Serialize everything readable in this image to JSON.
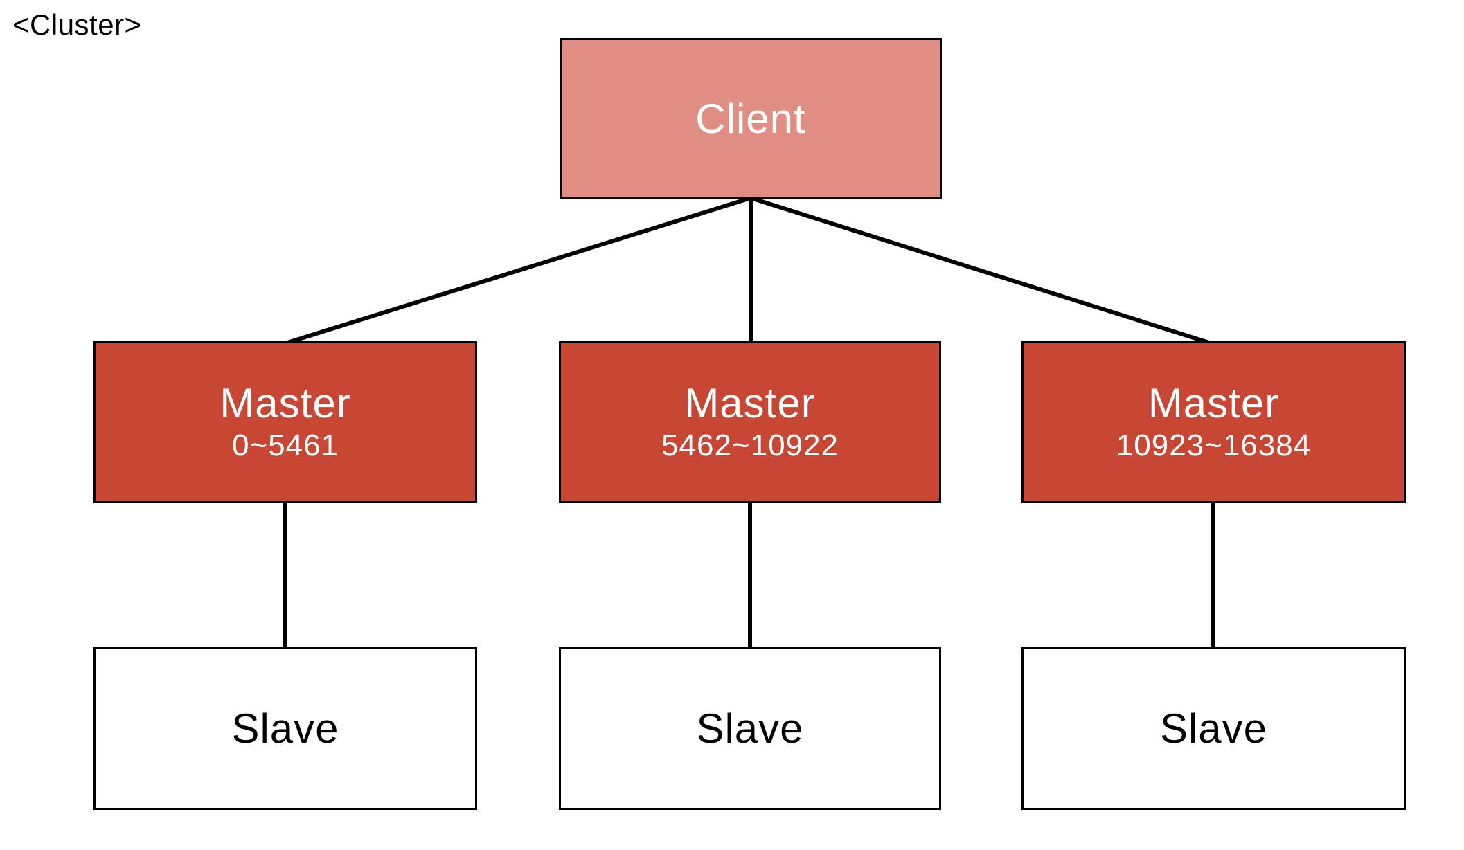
{
  "diagram": {
    "title_label": "<Cluster>",
    "client": {
      "label": "Client"
    },
    "masters": [
      {
        "label": "Master",
        "slot_range": "0~5461"
      },
      {
        "label": "Master",
        "slot_range": "5462~10922"
      },
      {
        "label": "Master",
        "slot_range": "10923~16384"
      }
    ],
    "slaves": [
      {
        "label": "Slave"
      },
      {
        "label": "Slave"
      },
      {
        "label": "Slave"
      }
    ],
    "colors": {
      "client_fill": "#e08d84",
      "master_fill": "#c74634",
      "slave_fill": "#ffffff",
      "node_border": "#000000",
      "connector": "#000000",
      "client_text": "#ffffff",
      "master_text": "#ffffff",
      "slave_text": "#000000",
      "title_text": "#000000"
    }
  }
}
